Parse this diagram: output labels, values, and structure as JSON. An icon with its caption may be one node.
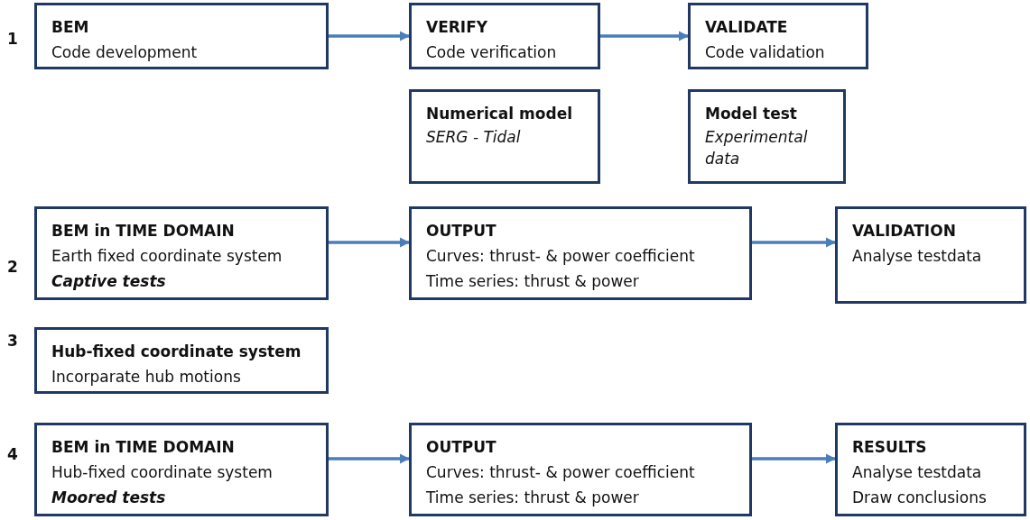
{
  "diagram": {
    "nodes": [
      {
        "text": [
          "BEM",
          "Code development"
        ]
      },
      {
        "text": [
          "VERIFY",
          "Code verification"
        ]
      },
      {
        "text": [
          "VALIDATE",
          "Code validation"
        ]
      },
      {
        "text": [
          "Numerical model",
          "SERG - Tidal"
        ]
      },
      {
        "text": [
          "Model test",
          "Experimental data"
        ]
      },
      {
        "text": [
          "BEM in TIME DOMAIN",
          "Earth fixed coordinate system",
          "Captive tests"
        ]
      },
      {
        "text": [
          "OUTPUT",
          "Curves: thrust- & power coefficient",
          "Time series: thrust & power"
        ]
      },
      {
        "text": [
          "VALIDATION",
          "Analyse testdata"
        ]
      },
      {
        "text": [
          "Hub-fixed coordinate system",
          "Incorparate hub motions"
        ]
      },
      {
        "text": [
          "BEM in TIME DOMAIN",
          "Hub-fixed coordinate system",
          "Moored tests"
        ]
      },
      {
        "text": [
          "OUTPUT",
          "Curves: thrust- & power coefficient",
          "Time series: thrust & power"
        ]
      },
      {
        "text": [
          "RESULTS",
          "Analyse testdata",
          "Draw conclusions"
        ]
      }
    ],
    "edges": [
      {
        "from": 0,
        "to": 1,
        "arrow": "to"
      },
      {
        "from": 1,
        "to": 2,
        "arrow": "to"
      },
      {
        "from": 5,
        "to": 6,
        "arrow": "to"
      },
      {
        "from": 6,
        "to": 7,
        "arrow": "to"
      },
      {
        "from": 9,
        "to": 10,
        "arrow": "to"
      },
      {
        "from": 10,
        "to": 11,
        "arrow": "to"
      }
    ],
    "labels": [
      "1",
      "2",
      "3",
      "4"
    ]
  }
}
